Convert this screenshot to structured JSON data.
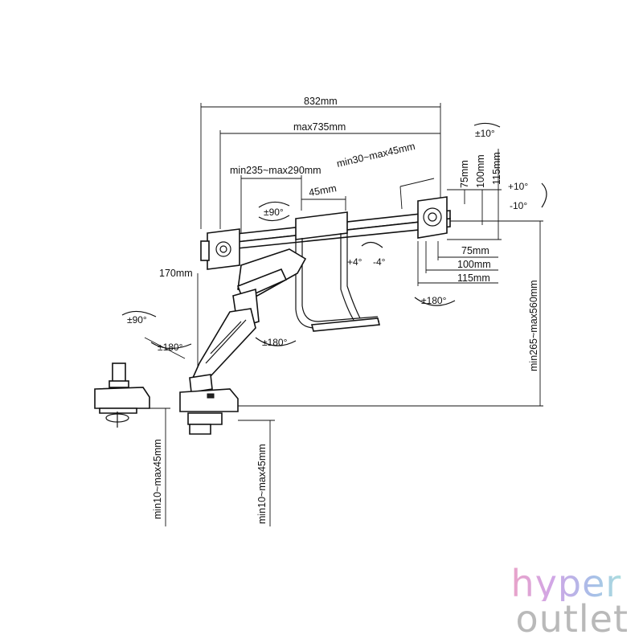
{
  "dimensions": {
    "overall_width": "832mm",
    "max_width": "max735mm",
    "arm_span": "min235~max290mm",
    "vesa_offset": "min30~max45mm",
    "pole_spacing": "45mm",
    "arm_height": "170mm",
    "total_height": "min265~max560mm",
    "clamp_thickness_a": "min10~max45mm",
    "clamp_thickness_b": "min10~max45mm"
  },
  "vesa": {
    "v75": "75mm",
    "v100": "100mm",
    "v115": "115mm",
    "h75": "75mm",
    "h100": "100mm",
    "h115": "115mm"
  },
  "rotations": {
    "tilt_top": "±10°",
    "tilt_up": "+10°",
    "tilt_down": "-10°",
    "swivel_arm": "±90°",
    "swivel_plus": "+4°",
    "swivel_minus": "-4°",
    "rotate_vesa": "±180°",
    "clamp_swivel": "±90°",
    "clamp_rotate": "±180°",
    "arm_rotate": "±180°"
  },
  "brand": {
    "line1": "hyper",
    "line2": "outlet"
  }
}
